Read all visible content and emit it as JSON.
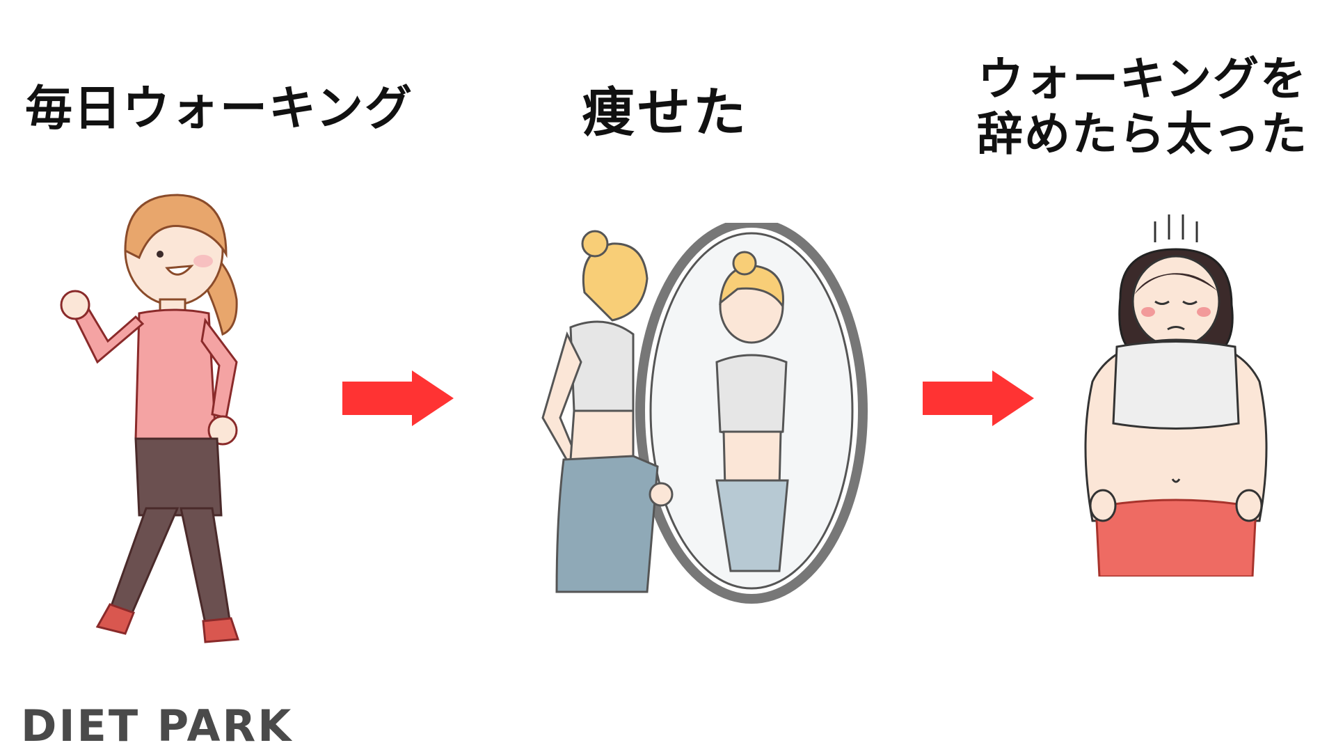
{
  "steps": [
    {
      "caption": "毎日ウォーキング"
    },
    {
      "caption": "痩せた"
    },
    {
      "caption_lines": [
        "ウォーキングを",
        "辞めたら太った"
      ]
    }
  ],
  "brand": "DIET PARK",
  "colors": {
    "arrow": "#ff3333",
    "jacket": "#f4a3a3",
    "pants_walker": "#6b5050",
    "pants_mirror": "#8fa9b7",
    "shorts_heavy": "#ee6b63",
    "hair_blonde": "#f8ce77",
    "hair_orange": "#e8a66c",
    "hair_dark": "#3b2a2a",
    "skin": "#fbe6d7"
  },
  "icons": [
    "right-arrow-icon",
    "right-arrow-icon"
  ],
  "illustrations": [
    "walking-woman-illustration",
    "mirror-slim-woman-illustration",
    "heavy-woman-illustration"
  ]
}
